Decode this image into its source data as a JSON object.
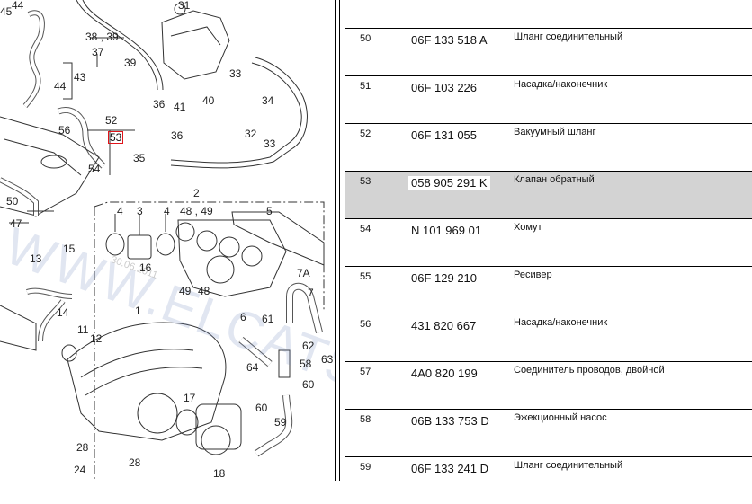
{
  "diagram": {
    "watermark": "WWW.ELCATS.RU",
    "date_stamp": "30.06.2011",
    "highlighted_callout": "53",
    "callouts": [
      "44",
      "45",
      "38 , 39",
      "37",
      "43",
      "44",
      "39",
      "36",
      "31",
      "33",
      "40",
      "41",
      "34",
      "32",
      "33",
      "52",
      "53",
      "56",
      "36",
      "35",
      "54",
      "50",
      "47",
      "2",
      "4",
      "3",
      "4",
      "48 , 49",
      "5",
      "7A",
      "7",
      "15",
      "13",
      "16",
      "49",
      "48",
      "6",
      "14",
      "61",
      "11",
      "12",
      "1",
      "62",
      "63",
      "64",
      "58",
      "60",
      "17",
      "60",
      "59",
      "28",
      "28",
      "24",
      "18"
    ],
    "accent_color": "#e0151b"
  },
  "table": {
    "selected_color": "#d3d3d3",
    "rows": [
      {
        "pos": "50",
        "part": "06F 133 518 A",
        "desc": "Шланг соединительный",
        "selected": false
      },
      {
        "pos": "51",
        "part": "06F 103 226",
        "desc": "Насадка/наконечник",
        "selected": false
      },
      {
        "pos": "52",
        "part": "06F 131 055",
        "desc": "Вакуумный шланг",
        "selected": false
      },
      {
        "pos": "53",
        "part": "058 905 291 K",
        "desc": "Клапан обратный",
        "selected": true
      },
      {
        "pos": "54",
        "part": "N 101 969 01",
        "desc": "Хомут",
        "selected": false
      },
      {
        "pos": "55",
        "part": "06F 129 210",
        "desc": "Ресивер",
        "selected": false
      },
      {
        "pos": "56",
        "part": "431 820 667",
        "desc": "Насадка/наконечник",
        "selected": false
      },
      {
        "pos": "57",
        "part": "4A0 820 199",
        "desc": "Соединитель проводов, двойной",
        "selected": false
      },
      {
        "pos": "58",
        "part": "06B 133 753 D",
        "desc": "Эжекционный насос",
        "selected": false
      },
      {
        "pos": "59",
        "part": "06F 133 241 D",
        "desc": "Шланг соединительный",
        "selected": false
      }
    ]
  }
}
